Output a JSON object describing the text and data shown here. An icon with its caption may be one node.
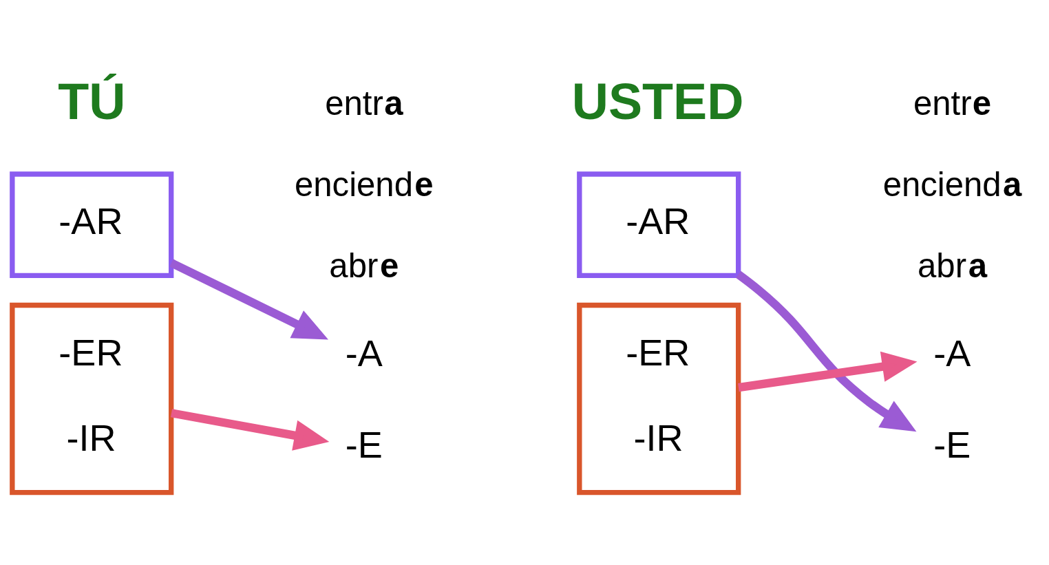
{
  "diagram": {
    "nodes": [
      {
        "text": [
          "-AR"
        ]
      },
      {
        "text": [
          "-ER",
          "-IR"
        ]
      },
      {
        "text": [
          "-A"
        ]
      },
      {
        "text": [
          "-E"
        ]
      },
      {
        "text": [
          "-AR"
        ]
      },
      {
        "text": [
          "-ER",
          "-IR"
        ]
      },
      {
        "text": [
          "-A"
        ]
      },
      {
        "text": [
          "-E"
        ]
      }
    ],
    "edges": [
      {
        "from": 0,
        "to": 2,
        "arrow": "to",
        "color": "#9b5bd4"
      },
      {
        "from": 1,
        "to": 3,
        "arrow": "to",
        "color": "#e85a8a"
      },
      {
        "from": 4,
        "to": 7,
        "arrow": "to",
        "color": "#9b5bd4"
      },
      {
        "from": 5,
        "to": 6,
        "arrow": "to",
        "color": "#e85a8a"
      }
    ],
    "labels": [
      "TÚ",
      "entr**a**",
      "enciend**e**",
      "abr**e**",
      "USTED",
      "entr**e**",
      "enciend**a**",
      "abr**a**"
    ]
  }
}
